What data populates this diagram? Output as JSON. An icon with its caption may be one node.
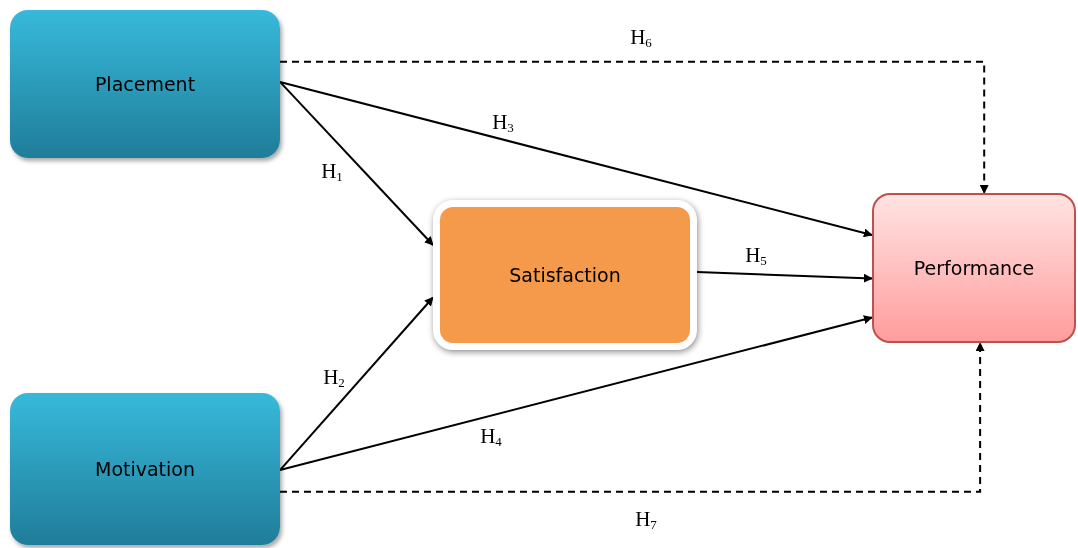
{
  "diagram": {
    "nodes": [
      {
        "text": [
          "Placement"
        ]
      },
      {
        "text": [
          "Motivation"
        ]
      },
      {
        "text": [
          "Satisfaction"
        ]
      },
      {
        "text": [
          "Performance"
        ]
      }
    ],
    "edges": [
      {
        "from": 0,
        "to": 2,
        "arrow": "to",
        "label": "H$_{1}$"
      },
      {
        "from": 1,
        "to": 2,
        "arrow": "to",
        "label": "H$_{2}$"
      },
      {
        "from": 0,
        "to": 3,
        "arrow": "to",
        "label": "H$_{3}$"
      },
      {
        "from": 1,
        "to": 3,
        "arrow": "to",
        "label": "H$_{4}$"
      },
      {
        "from": 2,
        "to": 3,
        "arrow": "to",
        "label": "H$_{5}$"
      },
      {
        "from": 0,
        "to": 3,
        "arrow": "to",
        "label": "H$_{6}$",
        "style": "dashed"
      },
      {
        "from": 1,
        "to": 3,
        "arrow": "to",
        "label": "H$_{7}$",
        "style": "dashed"
      }
    ]
  }
}
